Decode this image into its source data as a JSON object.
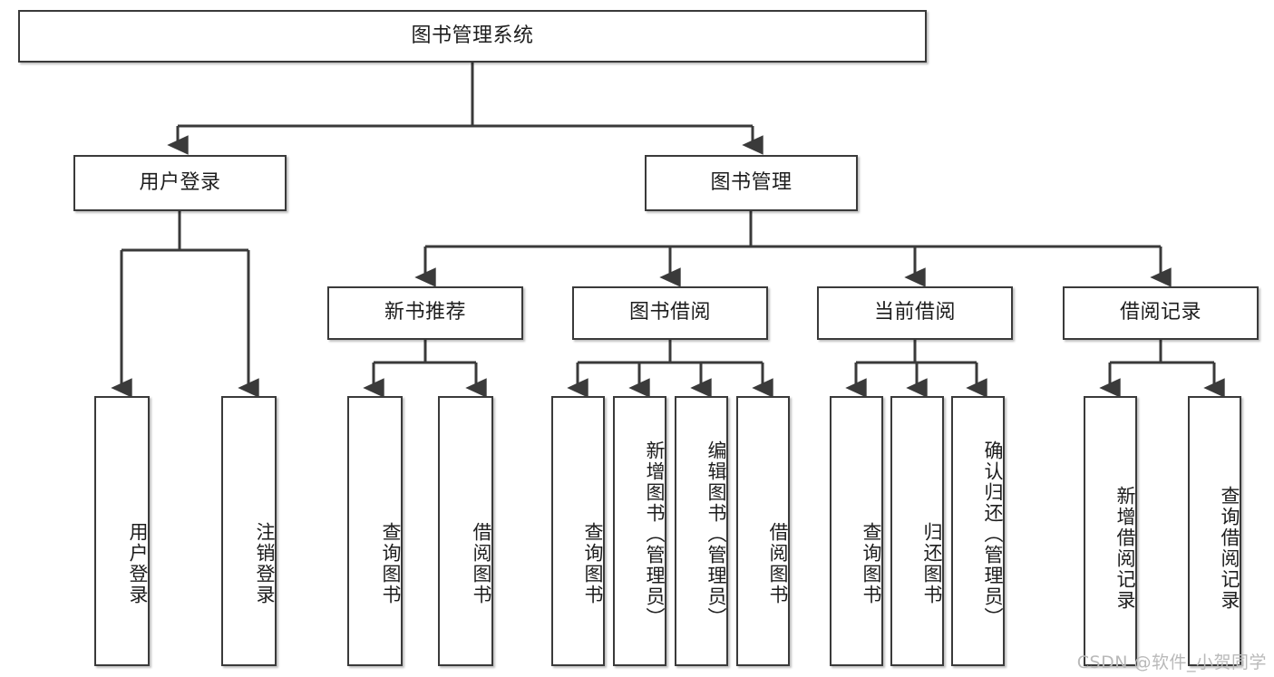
{
  "diagram": {
    "type": "tree-hierarchy-chart",
    "title": "图书管理系统",
    "watermark": "CSDN @软件_小贺同学",
    "colors": {
      "node_border": "#3a3a3a",
      "node_fill": "#ffffff",
      "edge": "#3a3a3a",
      "text": "#1d1d1d",
      "watermark": "#b9b9b9",
      "background": "#ffffff"
    },
    "root": {
      "label": "图书管理系统"
    },
    "level2": [
      {
        "label": "用户登录"
      },
      {
        "label": "图书管理"
      }
    ],
    "level3": [
      {
        "label": "新书推荐"
      },
      {
        "label": "图书借阅"
      },
      {
        "label": "当前借阅"
      },
      {
        "label": "借阅记录"
      }
    ],
    "leaves": {
      "user_login": [
        {
          "label": "用户登录"
        },
        {
          "label": "注销登录"
        }
      ],
      "new_book": [
        {
          "label": "查询图书"
        },
        {
          "label": "借阅图书"
        }
      ],
      "book_borrow": [
        {
          "label": "查询图书"
        },
        {
          "label": "新增图书（管理员）"
        },
        {
          "label": "编辑图书（管理员）"
        },
        {
          "label": "借阅图书"
        }
      ],
      "current_borrow": [
        {
          "label": "查询图书"
        },
        {
          "label": "归还图书"
        },
        {
          "label": "确认归还（管理员）"
        }
      ],
      "borrow_record": [
        {
          "label": "新增借阅记录"
        },
        {
          "label": "查询借阅记录"
        }
      ]
    }
  }
}
